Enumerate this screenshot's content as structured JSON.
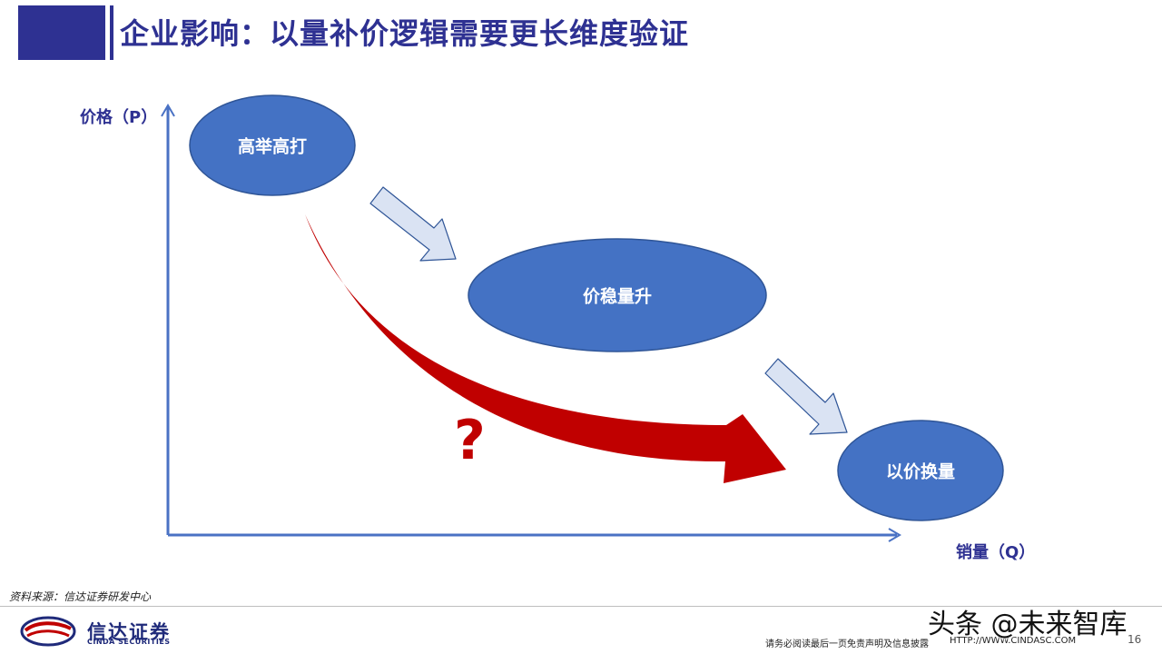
{
  "header": {
    "title": "企业影响：以量补价逻辑需要更长维度验证",
    "accent_color": "#2e3192"
  },
  "diagram": {
    "y_axis_label": "价格（P）",
    "x_axis_label": "销量（Q）",
    "nodes": [
      {
        "id": "high",
        "label": "高举高打"
      },
      {
        "id": "stable",
        "label": "价稳量升"
      },
      {
        "id": "volume",
        "label": "以价换量"
      }
    ],
    "question_mark": "?",
    "colors": {
      "node_fill": "#4472c4",
      "node_stroke": "#2f5597",
      "axis": "#4a72c4",
      "step_arrow_fill": "#dae3f3",
      "step_arrow_stroke": "#2f5597",
      "curve_arrow": "#c00000"
    }
  },
  "footer": {
    "source": "资料来源：信达证券研发中心",
    "logo_cn": "信达证券",
    "logo_en": "CINDA SECURITIES",
    "disclaimer": "请务必阅读最后一页免责声明及信息披露",
    "website": "HTTP://WWW.CINDASC.COM",
    "page_number": "16",
    "watermark": "头条 @未来智库"
  }
}
